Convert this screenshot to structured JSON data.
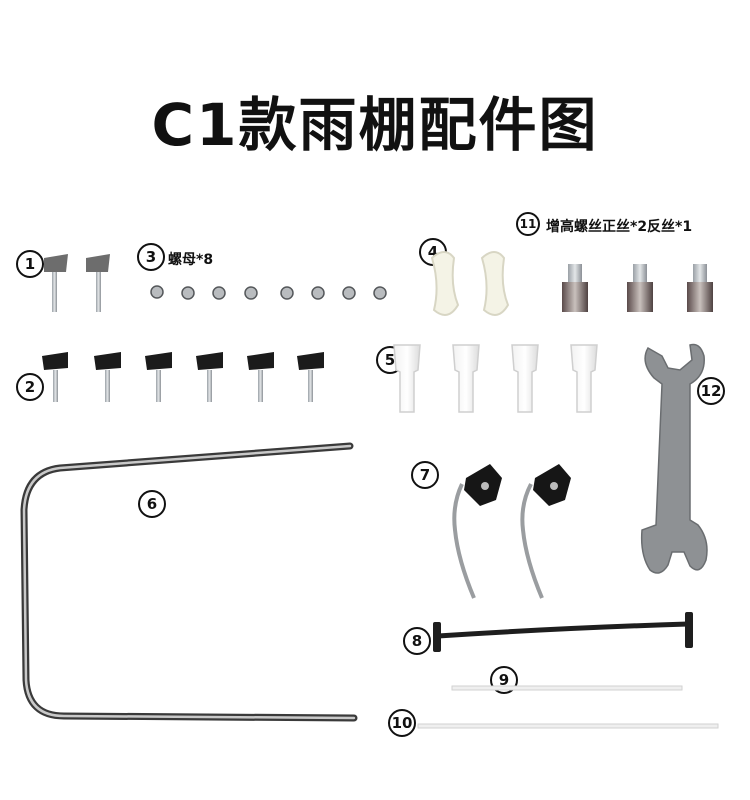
{
  "title": "C1款雨棚配件图",
  "labels": {
    "n1": "1",
    "n2": "2",
    "n3": "3",
    "n4": "4",
    "n5": "5",
    "n6": "6",
    "n7": "7",
    "n8": "8",
    "n9": "9",
    "n10": "10",
    "n11": "11",
    "n12": "12"
  },
  "captions": {
    "nut": "螺母*8",
    "spacer": "增高螺丝正丝*2反丝*1"
  }
}
